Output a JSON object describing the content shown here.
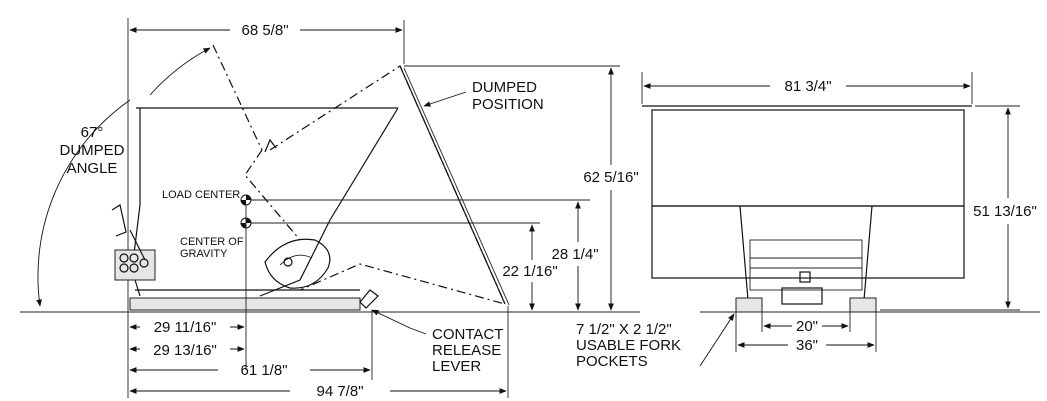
{
  "side_view": {
    "dim_top_width": "68 5/8\"",
    "dumped_angle_value": "67°",
    "dumped_angle_label_1": "DUMPED",
    "dumped_angle_label_2": "ANGLE",
    "dumped_position_1": "DUMPED",
    "dumped_position_2": "POSITION",
    "load_center": "LOAD CENTER",
    "center_of_gravity_1": "CENTER OF",
    "center_of_gravity_2": "GRAVITY",
    "dim_dumped_height": "62 5/16\"",
    "dim_load_center_height": "28 1/4\"",
    "dim_cg_height": "22 1/16\"",
    "dim_load_center_x": "29 11/16\"",
    "dim_cg_x": "29 13/16\"",
    "dim_61": "61 1/8\"",
    "dim_overall": "94 7/8\"",
    "contact_release_1": "CONTACT",
    "contact_release_2": "RELEASE",
    "contact_release_3": "LEVER"
  },
  "front_view": {
    "dim_width": "81 3/4\"",
    "dim_height": "51 13/16\"",
    "dim_fork_inner": "20\"",
    "dim_fork_outer": "36\"",
    "fork_pockets_1": "7 1/2\" X 2 1/2\"",
    "fork_pockets_2": "USABLE FORK",
    "fork_pockets_3": "POCKETS"
  }
}
